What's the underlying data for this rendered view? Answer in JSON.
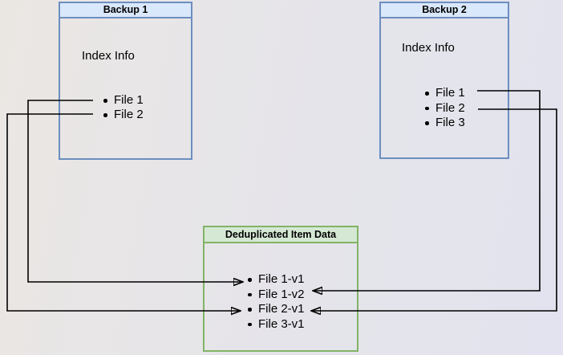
{
  "diagram": {
    "backup1": {
      "title": "Backup 1",
      "label": "Index Info",
      "items": [
        "File 1",
        "File 2"
      ]
    },
    "backup2": {
      "title": "Backup 2",
      "label": "Index Info",
      "items": [
        "File 1",
        "File 2",
        "File 3"
      ]
    },
    "dedup": {
      "title": "Deduplicated Item Data",
      "items": [
        "File 1-v1",
        "File 1-v2",
        "File 2-v1",
        "File 3-v1"
      ]
    },
    "connections": [
      {
        "from": "Backup 1 / File 1",
        "to": "Deduplicated Item Data / File 1-v1"
      },
      {
        "from": "Backup 1 / File 2",
        "to": "Deduplicated Item Data / File 2-v1"
      },
      {
        "from": "Backup 2 / File 1",
        "to": "Deduplicated Item Data / File 1-v2"
      },
      {
        "from": "Backup 2 / File 2",
        "to": "Deduplicated Item Data / File 2-v1"
      }
    ],
    "colors": {
      "blue_border": "#6c8ebf",
      "blue_header_fill": "#dae8fc",
      "green_border": "#82b366",
      "green_header_fill": "#d5e8d4",
      "arrow": "#000000",
      "text": "#000000"
    }
  }
}
